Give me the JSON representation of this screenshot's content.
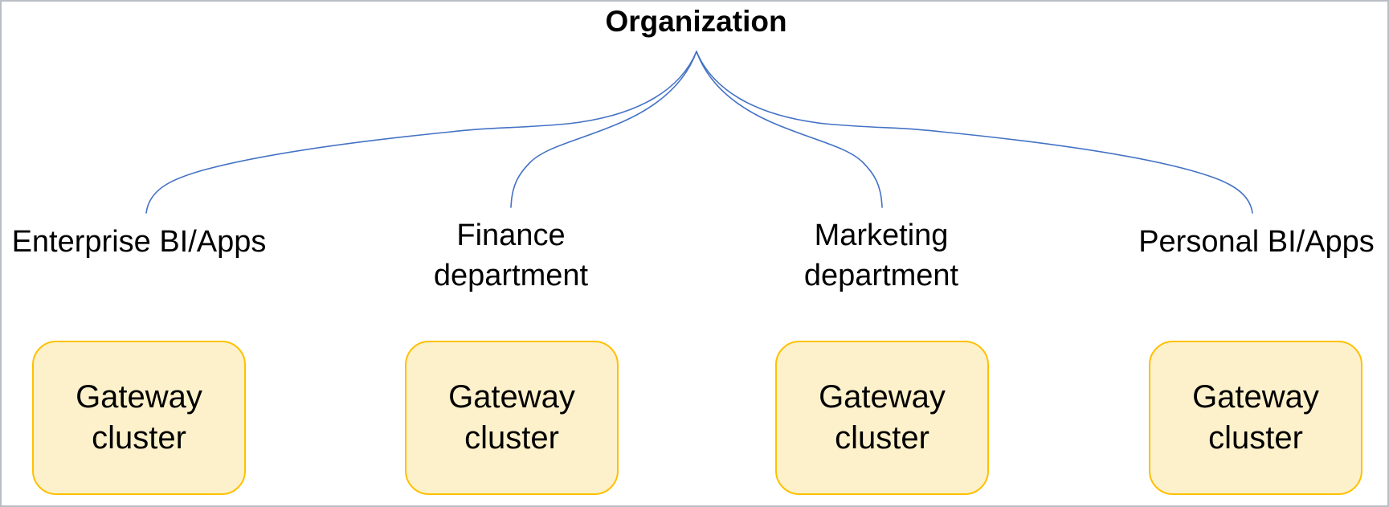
{
  "colors": {
    "connector_blue": "#4472C4",
    "box_border_gold": "#FFC000",
    "box_fill_cream": "#FDF1CB",
    "text_black": "#000000",
    "frame_gray": "#B9BEC4"
  },
  "diagram": {
    "root_label": "Organization",
    "branches": [
      {
        "label": "Enterprise BI/Apps",
        "node_label": "Gateway cluster"
      },
      {
        "label": "Finance department",
        "node_label": "Gateway cluster"
      },
      {
        "label": "Marketing department",
        "node_label": "Gateway cluster"
      },
      {
        "label": "Personal BI/Apps",
        "node_label": "Gateway cluster"
      }
    ]
  }
}
